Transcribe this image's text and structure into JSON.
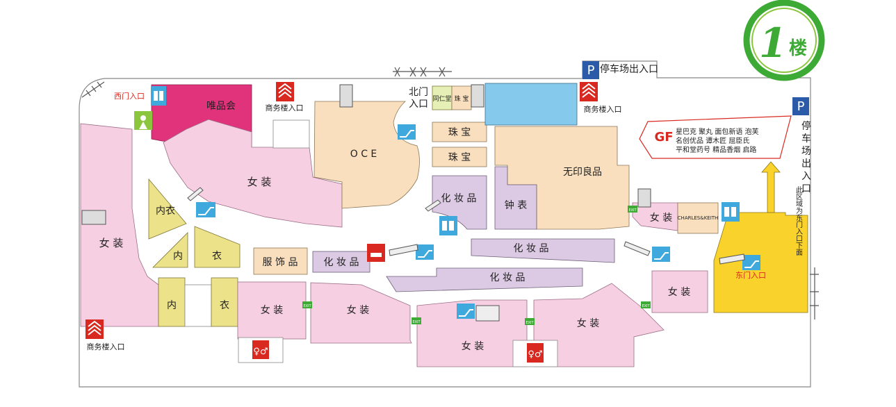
{
  "floor": {
    "number": "1",
    "label": "楼"
  },
  "colors": {
    "pink": "#f7cfe2",
    "magenta": "#e0337c",
    "beige": "#fadfbf",
    "lavender": "#dcc9e3",
    "olive": "#ece28a",
    "yellow": "#f9d22b",
    "blue": "#85c9ec",
    "green_ring": "#3daa35",
    "parking": "#2b5ba8",
    "red_icon": "#d9281f"
  },
  "labels": {
    "parking_exit_top": "停车场出入口",
    "parking_exit_right": "停\n车\n场\n出\n入\n口",
    "parking_symbol": "P",
    "west_gate": "西门入口",
    "north_gate": "北门\n入口",
    "east_gate": "东门入口",
    "business_entrance": "商务楼入口",
    "exit": "EXIT",
    "east_area_note": "此区域为东门入口下面"
  },
  "stores": {
    "vipshop": "唯品会",
    "oce": "O C E",
    "jewelry1": "珠  宝",
    "jewelry2": "珠  宝",
    "tongrentang": "同仁堂",
    "jewelry_small": "珠  宝",
    "muji": "无印良品",
    "cosmetics1": "化  妆  品",
    "cosmetics2": "化  妆  品",
    "cosmetics3": "化  妆  品",
    "cosmetics4": "化  妆  品",
    "watches": "钟  表",
    "womens_center": "女  装",
    "womens_left": "女  装",
    "womens_b1": "女  装",
    "womens_b2": "女  装",
    "womens_b3": "女  装",
    "womens_b4": "女  装",
    "womens_r1": "女  装",
    "womens_r2": "女  装",
    "underwear1": "内衣",
    "underwear2a": "内",
    "underwear2b": "衣",
    "underwear3a": "内",
    "underwear3b": "衣",
    "accessories": "服  饰  品",
    "charles_keith": "CHARLES&KEITH"
  },
  "gf_box": {
    "title": "GF",
    "lines": [
      "星巴克   聚丸   面包新语   泡芙",
      "名创优品   谭木匠   屈臣氏",
      "平和堂药号   精品香烟   启路"
    ]
  }
}
